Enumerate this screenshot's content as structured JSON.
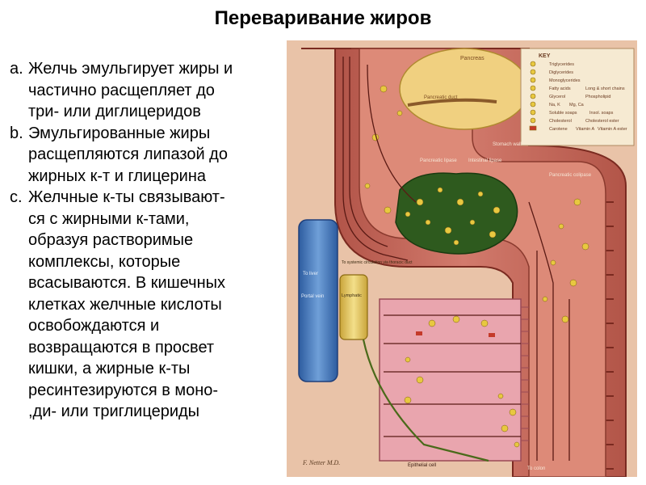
{
  "slide": {
    "title": "Переваривание жиров"
  },
  "list": [
    {
      "marker": "a.",
      "text": "Желчь эмульгирует жиры и\nчастично расщепляет до\nтри- или диглицеридов"
    },
    {
      "marker": "b.",
      "text": "Эмульгированные жиры\nрасщепляются липазой до\nжирных к-т и глицерина"
    },
    {
      "marker": "c.",
      "text": "Желчные к-ты связывают-\nся с жирными к-тами,\nобразуя растворимые\nкомплексы, которые\nвсасываются. В кишечных\nклетках желчные кислоты\nосвобождаются и\nвозвращаются в просвет\nкишки, а жирные к-ты\nресинтезируются в моно-\n,ди- или триглицериды"
    }
  ],
  "figure": {
    "labels": {
      "pancreas": "Pancreas",
      "pancreatic_duct": "Pancreatic duct",
      "key": "KEY",
      "key_triglycerides": "Triglycerides",
      "key_diglycerides": "Diglycerides",
      "key_monoglycerides": "Monoglycerides",
      "key_fatty_acids": "Fatty acids",
      "key_long_short_chains": "Long & short chains",
      "key_glycerol": "Glycerol",
      "key_phospholipid": "Phospholipid",
      "key_na_k": "Na, K",
      "key_mg_ca": "Mg, Ca",
      "key_soluble_soaps": "Soluble soaps",
      "key_insol_soaps": "Insol. soaps",
      "key_cholesterol": "Cholesterol",
      "key_cholesterol_ester": "Cholesterol ester",
      "key_carotene": "Carotene",
      "key_vitamin_a": "Vitamin A",
      "key_vitamin_a_ester": "Vitamin A ester",
      "stomach_wall": "Stomach wall",
      "pancreatic_lipase": "Pancreatic lipase",
      "intestinal_lipase": "Intestinal lipase",
      "pancreatic_colipase": "Pancreatic colipase",
      "to_liver": "To liver",
      "portal_vein": "Portal vein",
      "thoracic_duct": "To systemic circulation via thoracic duct",
      "lymphatic": "Lymphatic",
      "epithelial_cell": "Epithelial cell",
      "to_colon": "To colon",
      "signature": "F. Netter M.D."
    },
    "colors": {
      "intestine": "#c96a5e",
      "intestine_dark": "#7a2a20",
      "pancreas": "#f0d080",
      "emulsion_mass": "#2e5a1e",
      "fat_droplet": "#e8c840",
      "portal_vein": "#3f73b8",
      "lymph": "#e6c860",
      "epithelium": "#e9a5ae"
    }
  }
}
